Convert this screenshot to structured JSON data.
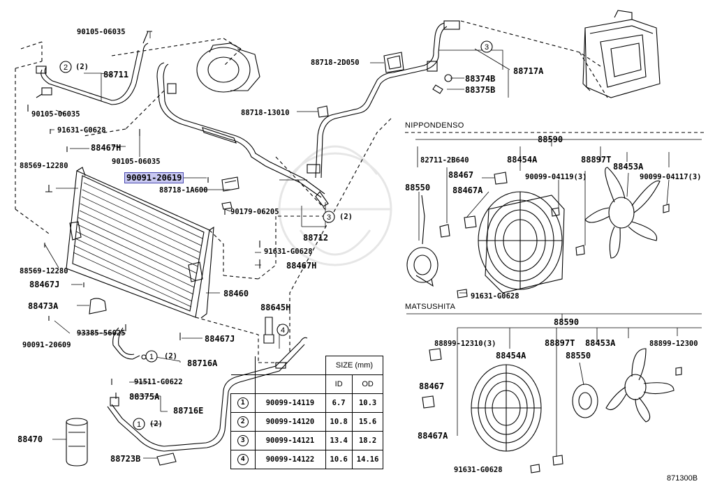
{
  "diagram_id": "871300B",
  "highlight_part": "90091-20619",
  "labels": {
    "p90105_06035_top": "90105-06035",
    "c2_88711": "(2)",
    "p88711": "88711",
    "p90105_06035_a": "90105-06035",
    "p91631_g0628_a": "91631-G0628",
    "p88467h_a": "88467H",
    "p90105_06035_b": "90105-06035",
    "p88569_12280_a": "88569-12280",
    "p90091_20619": "90091-20619",
    "p88718_1a600": "88718-1A600",
    "p90179_06205": "90179-06205",
    "p88718_2d050": "88718-2D050",
    "p88718_13010": "88718-13010",
    "p88374b": "88374B",
    "p88375b": "88375B",
    "p88717a": "88717A",
    "c3_88712": "(2)",
    "p88712": "88712",
    "p91631_g0628_b": "91631-G0628",
    "p88467h_b": "88467H",
    "p88569_12280_b": "88569-12280",
    "p88467j_a": "88467J",
    "p88460": "88460",
    "p88473a": "88473A",
    "p93385_56025": "93385-56025",
    "p90091_20609": "90091-20609",
    "p88467j_b": "88467J",
    "p88645h": "88645H",
    "c1_88716a": "(2)",
    "p88716a": "88716A",
    "p91511_g0622": "91511-G0622",
    "p88375a": "88375A",
    "p88716e": "88716E",
    "c1_88716e": "(2)",
    "p88470": "88470",
    "p88723b": "88723B",
    "nippondenso": "NIPPONDENSO",
    "n88590": "88590",
    "n82711_2b640": "82711-2B640",
    "n88454a": "88454A",
    "n88897t": "88897T",
    "n88453a": "88453A",
    "n88550": "88550",
    "n88467": "88467",
    "n90099_04119": "90099-04119(3)",
    "n90099_04117": "90099-04117(3)",
    "n88467a": "88467A",
    "n91631_g0628": "91631-G0628",
    "matsushita": "MATSUSHITA",
    "m88590": "88590",
    "m88899_12310": "88899-12310(3)",
    "m88897t": "88897T",
    "m88453a": "88453A",
    "m88899_12300": "88899-12300",
    "m88454a": "88454A",
    "m88550": "88550",
    "m88467": "88467",
    "m88467a": "88467A",
    "m91631_g0628": "91631-G0628"
  },
  "callouts": {
    "one": "1",
    "two": "2",
    "three": "3",
    "four": "4"
  },
  "size_table": {
    "title": "SIZE (mm)",
    "col_id": "ID",
    "col_od": "OD",
    "rows": [
      {
        "no": "1",
        "part": "90099-14119",
        "id": "6.7",
        "od": "10.3"
      },
      {
        "no": "2",
        "part": "90099-14120",
        "id": "10.8",
        "od": "15.6"
      },
      {
        "no": "3",
        "part": "90099-14121",
        "id": "13.4",
        "od": "18.2"
      },
      {
        "no": "4",
        "part": "90099-14122",
        "id": "10.6",
        "od": "14.16"
      }
    ]
  }
}
